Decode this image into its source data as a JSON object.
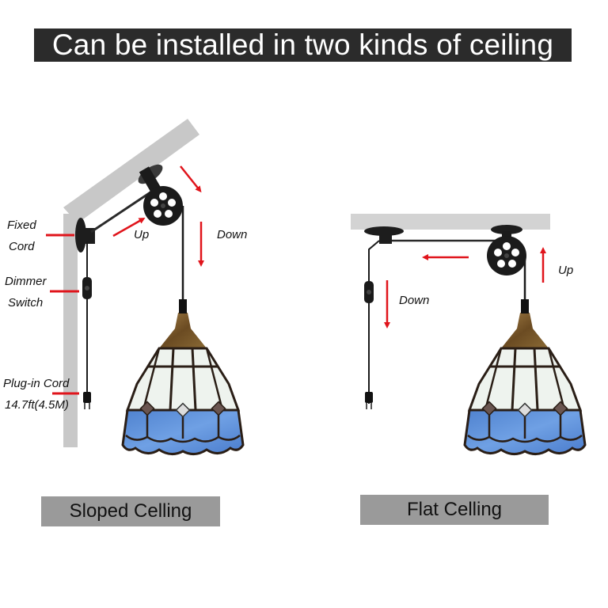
{
  "title": "Can be installed in two kinds of ceiling",
  "left_panel": {
    "caption": "Sloped Celling",
    "labels": {
      "fixed_line1": "Fixed",
      "fixed_line2": "Cord",
      "dimmer_line1": "Dimmer",
      "dimmer_line2": "Switch",
      "plug_line1": "Plug-in Cord",
      "plug_line2": "14.7ft(4.5M)",
      "up": "Up",
      "down": "Down"
    }
  },
  "right_panel": {
    "caption": "Flat Celling",
    "labels": {
      "up": "Up",
      "down": "Down"
    }
  },
  "colors": {
    "title_bg": "#2b2b2b",
    "caption_bg": "#9a9a9a",
    "ceiling_gray": "#c8c8c8",
    "arrow_red": "#e0141b",
    "shade_blue": "#5b8fd6",
    "shade_white": "#eef3ee",
    "canopy_bronze": "#7a5a2e"
  }
}
